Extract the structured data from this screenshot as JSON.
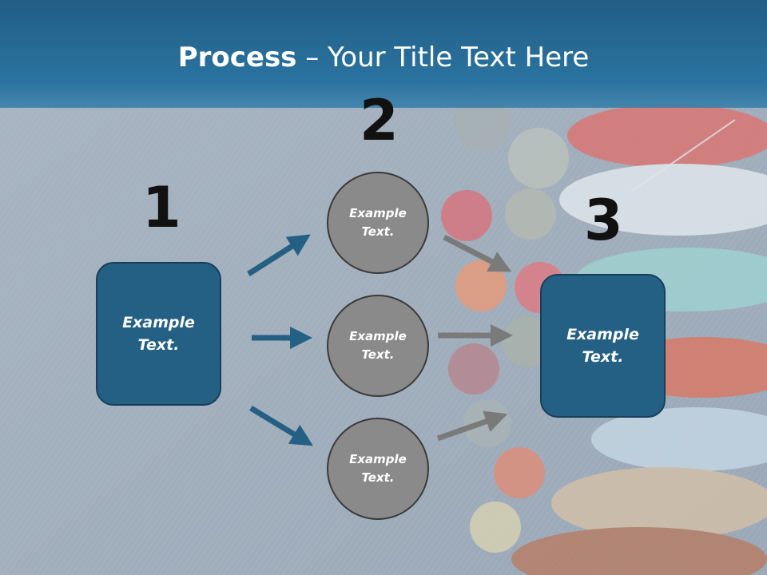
{
  "slide": {
    "title_bold": "Process",
    "title_rest": " – Your Title Text Here",
    "step_numbers": [
      "1",
      "2",
      "3"
    ],
    "left_box": "Example\nText.",
    "right_box": "Example\nText.",
    "circles": [
      "Example\nText.",
      "Example\nText.",
      "Example\nText."
    ]
  },
  "colors": {
    "header": "#2a73a0",
    "box_fill": "#245f84",
    "circle_fill": "#8a8a8a",
    "blue_arrow": "#245f84",
    "gray_arrow": "#7a7a7a"
  }
}
